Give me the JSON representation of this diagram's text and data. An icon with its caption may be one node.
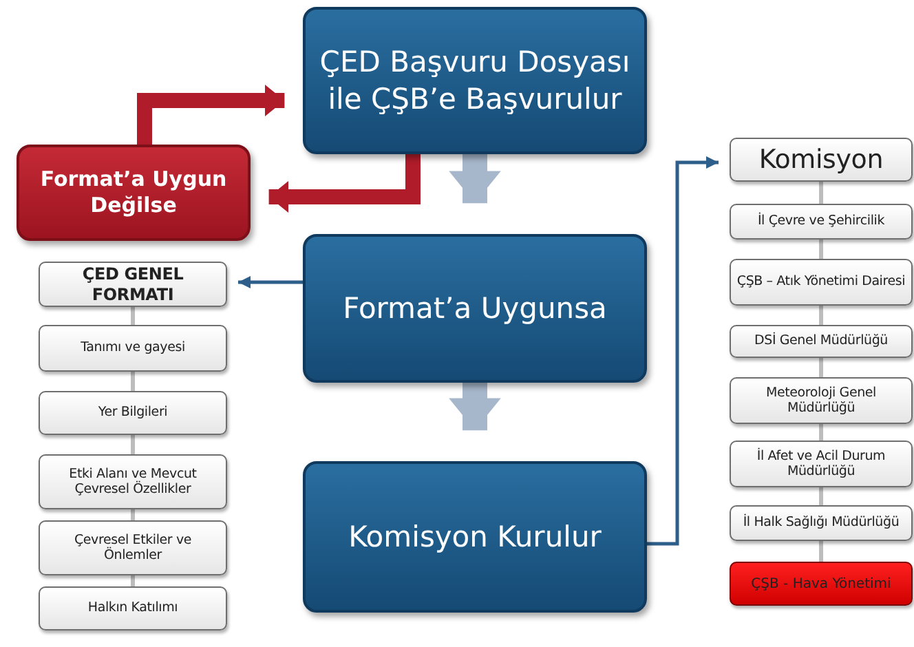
{
  "diagram": {
    "nodes": [
      {
        "text": [
          "ÇED Başvuru Dosyası ile ÇŞB’e Başvurulur"
        ]
      },
      {
        "text": [
          "Format’a Uygun Değilse"
        ]
      },
      {
        "text": [
          "Format’a Uygunsa"
        ]
      },
      {
        "text": [
          "Komisyon Kurulur"
        ]
      },
      {
        "text": [
          "ÇED GENEL FORMATI"
        ]
      },
      {
        "text": [
          "Tanımı ve gayesi"
        ]
      },
      {
        "text": [
          "Yer Bilgileri"
        ]
      },
      {
        "text": [
          "Etki Alanı ve Mevcut Çevresel Özellikler"
        ]
      },
      {
        "text": [
          "Çevresel Etkiler ve Önlemler"
        ]
      },
      {
        "text": [
          "Halkın Katılımı"
        ]
      },
      {
        "text": [
          "Komisyon"
        ]
      },
      {
        "text": [
          "İl Çevre ve Şehircilik"
        ]
      },
      {
        "text": [
          "ÇŞB – Atık Yönetimi Dairesi"
        ]
      },
      {
        "text": [
          "DSİ Genel Müdürlüğü"
        ]
      },
      {
        "text": [
          "Meteoroloji Genel Müdürlüğü"
        ]
      },
      {
        "text": [
          "İl Afet ve Acil Durum Müdürlüğü"
        ]
      },
      {
        "text": [
          "İl Halk Sağlığı Müdürlüğü"
        ]
      },
      {
        "text": [
          "ÇŞB - Hava Yönetimi"
        ]
      }
    ],
    "edges": [
      {
        "from": 0,
        "to": 2,
        "arrow": "to",
        "style": "thick",
        "color": "#a7b7cb"
      },
      {
        "from": 2,
        "to": 3,
        "arrow": "to",
        "style": "thick",
        "color": "#a7b7cb"
      },
      {
        "from": 0,
        "to": 1,
        "arrow": "to",
        "style": "thick",
        "color": "#b01c2a"
      },
      {
        "from": 1,
        "to": 0,
        "arrow": "to",
        "style": "thick",
        "color": "#b01c2a"
      },
      {
        "from": 2,
        "to": 4,
        "arrow": "to",
        "color": "#2e5f8a"
      },
      {
        "from": 3,
        "to": 10,
        "arrow": "to",
        "color": "#2e5f8a"
      },
      {
        "from": 4,
        "to": 5,
        "arrow": "none"
      },
      {
        "from": 5,
        "to": 6,
        "arrow": "none"
      },
      {
        "from": 6,
        "to": 7,
        "arrow": "none"
      },
      {
        "from": 7,
        "to": 8,
        "arrow": "none"
      },
      {
        "from": 8,
        "to": 9,
        "arrow": "none"
      },
      {
        "from": 10,
        "to": 11,
        "arrow": "none"
      },
      {
        "from": 11,
        "to": 12,
        "arrow": "none"
      },
      {
        "from": 12,
        "to": 13,
        "arrow": "none"
      },
      {
        "from": 13,
        "to": 14,
        "arrow": "none"
      },
      {
        "from": 14,
        "to": 15,
        "arrow": "none"
      },
      {
        "from": 15,
        "to": 16,
        "arrow": "none"
      },
      {
        "from": 16,
        "to": 17,
        "arrow": "none"
      }
    ]
  }
}
